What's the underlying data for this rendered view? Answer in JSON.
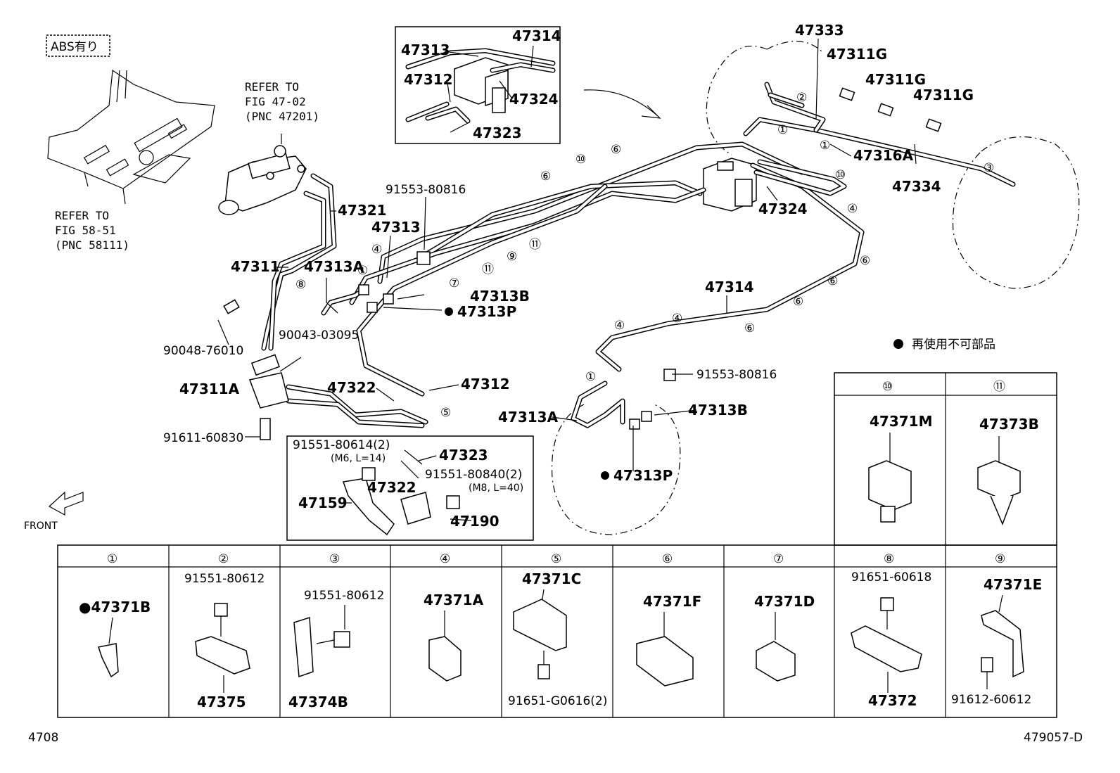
{
  "header": {
    "abs_tag": "ABS有り"
  },
  "refs": {
    "ref_47": [
      "REFER TO",
      "FIG 47-02",
      "(PNC 47201)"
    ],
    "ref_58": [
      "REFER TO",
      "FIG 58-51",
      "(PNC 58111)"
    ]
  },
  "labels": {
    "p47313_top": "47313",
    "p47314_top": "47314",
    "p47312_top": "47312",
    "p47324_top": "47324",
    "p47323_top": "47323",
    "p47333": "47333",
    "p47311g_1": "47311G",
    "p47311g_2": "47311G",
    "p47311g_3": "47311G",
    "p47316a": "47316A",
    "p47334": "47334",
    "p47324_mid": "47324",
    "p47321": "47321",
    "p91553a": "91553-80816",
    "p47313_mid": "47313",
    "p47311": "47311",
    "p47313a_l": "47313A",
    "p47313b_l": "47313B",
    "p47313p_l": "47313P",
    "p90043": "90043-03095",
    "p90048": "90048-76010",
    "p47311a": "47311A",
    "p47322_l": "47322",
    "p47312_mid": "47312",
    "p91611": "91611-60830",
    "p47314_mid": "47314",
    "p91553b": "91553-80816",
    "p47313a_r": "47313A",
    "p47313b_r": "47313B",
    "p47313p_r": "47313P",
    "p91551_a": "91551-80614(2)",
    "p_m6": "(M6, L=14)",
    "p47323_b": "47323",
    "p91551_b": "91551-80840(2)",
    "p_m8": "(M8, L=40)",
    "p47322_b": "47322",
    "p47159": "47159",
    "p47190": "47190",
    "front": "FRONT",
    "nonreuse": "再使用不可部品"
  },
  "callouts": {
    "c1": "①",
    "c2": "②",
    "c3": "③",
    "c4": "④",
    "c5": "⑤",
    "c6": "⑥",
    "c7": "⑦",
    "c8": "⑧",
    "c9": "⑨",
    "c10": "⑩",
    "c11": "⑪"
  },
  "side_table": [
    {
      "num": "⑩",
      "part": "47371M"
    },
    {
      "num": "⑪",
      "part": "47373B"
    }
  ],
  "bottom_table": [
    {
      "num": "①",
      "parts": [
        "●47371B"
      ]
    },
    {
      "num": "②",
      "parts": [
        "91551-80612",
        "47375"
      ]
    },
    {
      "num": "③",
      "parts": [
        "91551-80612",
        "47374B"
      ]
    },
    {
      "num": "④",
      "parts": [
        "47371A"
      ]
    },
    {
      "num": "⑤",
      "parts": [
        "47371C",
        "91651-G0616(2)"
      ]
    },
    {
      "num": "⑥",
      "parts": [
        "47371F"
      ]
    },
    {
      "num": "⑦",
      "parts": [
        "47371D"
      ]
    },
    {
      "num": "⑧",
      "parts": [
        "91651-60618",
        "47372"
      ]
    },
    {
      "num": "⑨",
      "parts": [
        "47371E",
        "91612-60612"
      ]
    }
  ],
  "footer": {
    "left": "4708",
    "right": "479057-D"
  }
}
